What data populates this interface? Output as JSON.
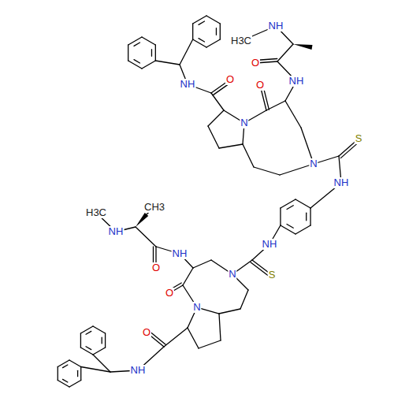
{
  "diagram": {
    "labels": [
      "NH",
      "H3C",
      "O",
      "O",
      "O",
      "NH",
      "NH",
      "N",
      "S",
      "N",
      "NH",
      "NH",
      "CH3",
      "H3C",
      "NH",
      "NH",
      "O",
      "S",
      "N",
      "O",
      "N",
      "O",
      "NH"
    ]
  }
}
